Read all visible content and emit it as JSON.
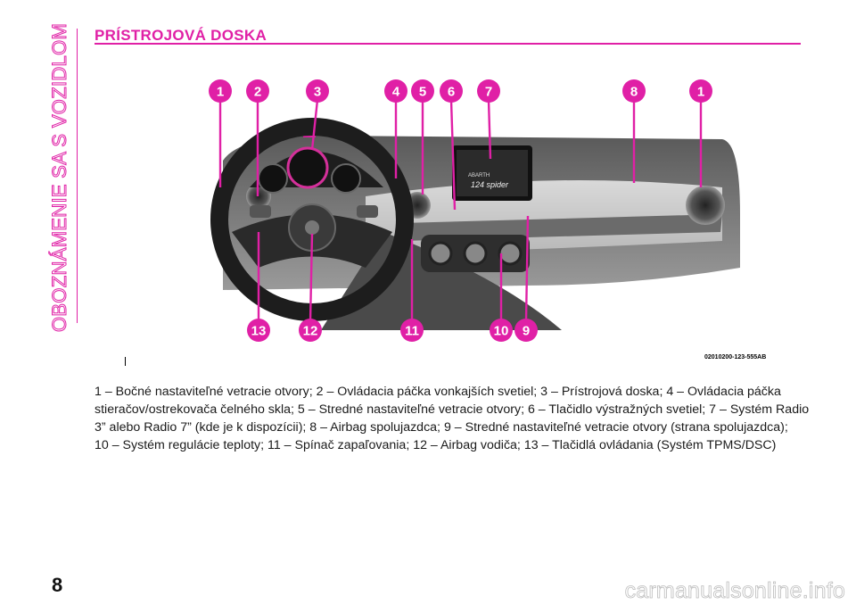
{
  "section": {
    "side_label": "OBOZNÁMENIE SA S VOZIDLOM"
  },
  "page": {
    "title": "PRÍSTROJOVÁ DOSKA",
    "number": "8"
  },
  "figure": {
    "code": "02010200-123-555AB",
    "callouts": [
      "1",
      "2",
      "3",
      "4",
      "5",
      "6",
      "7",
      "8",
      "1",
      "13",
      "12",
      "11",
      "10",
      "9"
    ],
    "screen_brand": "ABARTH",
    "screen_text": "124 spider"
  },
  "caption": {
    "lines": [
      "1 – Bočné nastaviteľné vetracie otvory; 2 – Ovládacia páčka vonkajších svetiel; 3 – Prístrojová doska; 4 – Ovládacia páčka",
      "stieračov/ostrekovača čelného skla; 5 – Stredné nastaviteľné vetracie otvory; 6 – Tlačidlo výstražných svetiel; 7 – Systém Radio",
      "3” alebo Radio 7” (kde je k dispozícii); 8 – Airbag spolujazdca; 9 – Stredné nastaviteľné vetracie otvory (strana spolujazdca);",
      "10 – Systém regulácie teploty; 11 – Spínač zapaľovania; 12 – Airbag vodiča; 13 – Tlačidlá ovládania (Systém TPMS/DSC)"
    ]
  },
  "watermark": "carmanualsonline.info",
  "colors": {
    "accent": "#e020a6"
  }
}
